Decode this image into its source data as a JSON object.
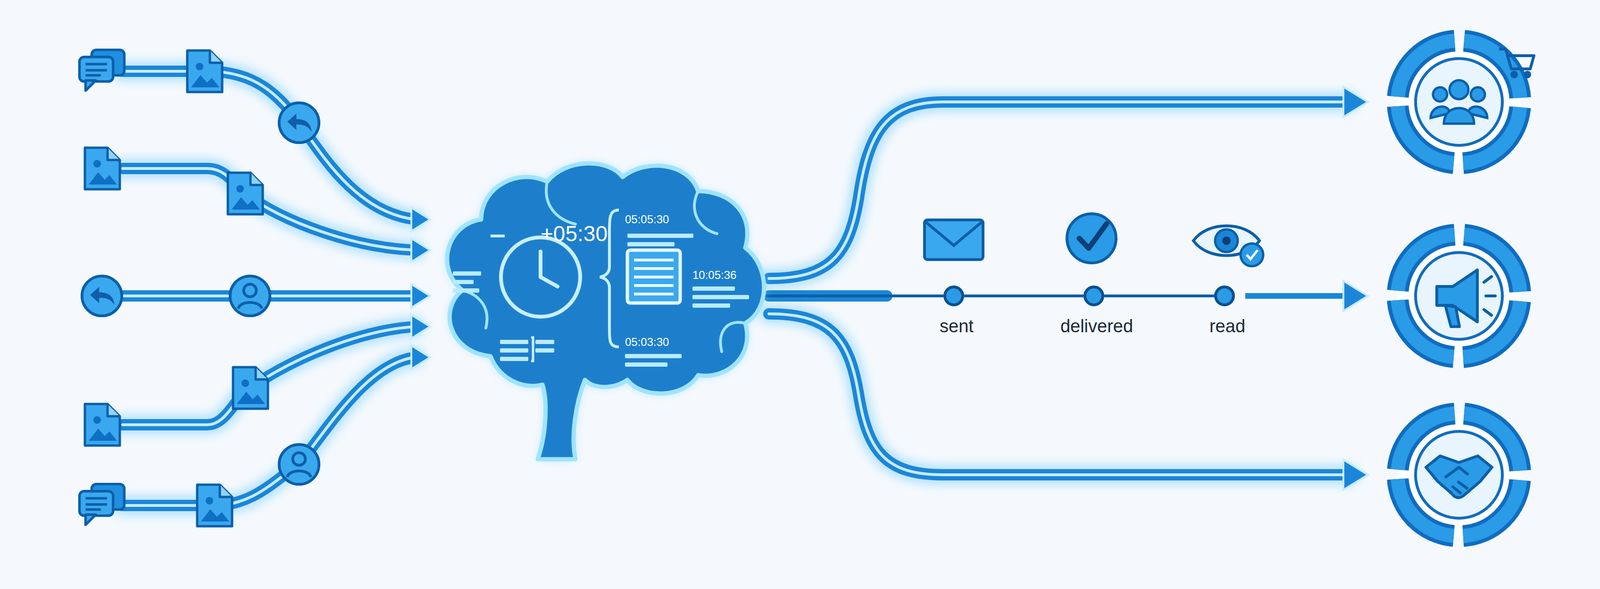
{
  "diagram": {
    "nodes": [
      {
        "text": [
          "+05:30",
          "05:05:30",
          "10:05:36",
          "05:03:30"
        ]
      },
      {
        "text": [
          "sent"
        ]
      },
      {
        "text": [
          "delivered"
        ]
      },
      {
        "text": [
          "read"
        ]
      }
    ],
    "edges": [
      {
        "from": 0,
        "to": 1,
        "arrow": "none"
      },
      {
        "from": 1,
        "to": 2,
        "arrow": "none"
      },
      {
        "from": 2,
        "to": 3,
        "arrow": "none"
      }
    ]
  }
}
